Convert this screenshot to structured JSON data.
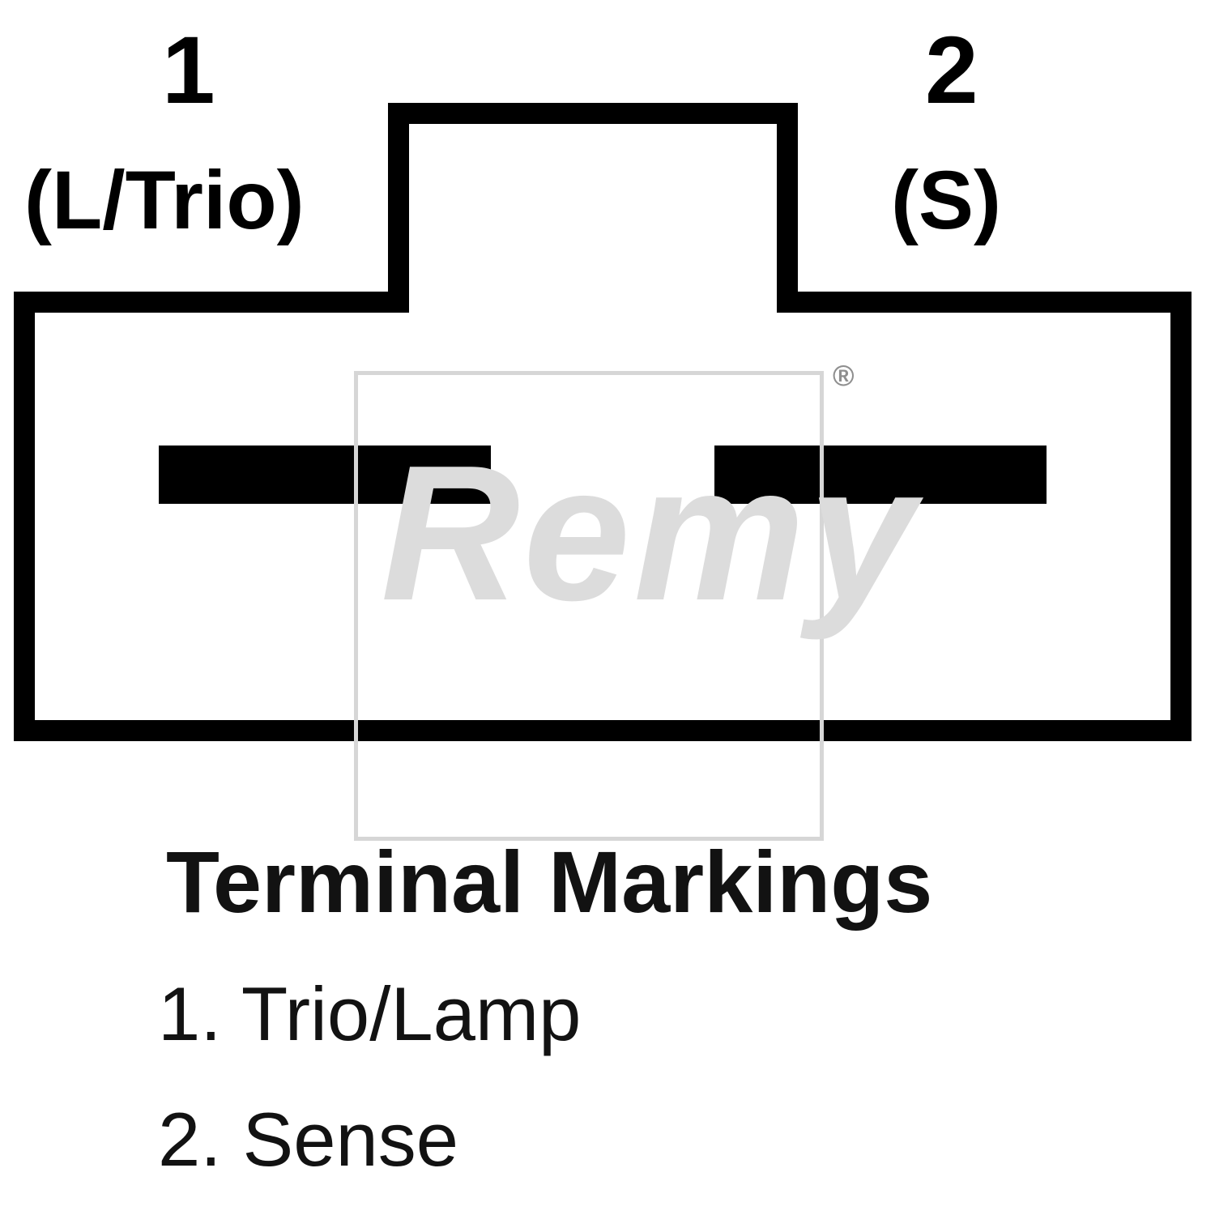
{
  "diagram": {
    "terminal1": {
      "number": "1",
      "label": "(L/Trio)"
    },
    "terminal2": {
      "number": "2",
      "label": "(S)"
    },
    "watermark": {
      "brand": "Remy",
      "registered": "®"
    },
    "title": "Terminal Markings",
    "legend": [
      {
        "text": "1. Trio/Lamp"
      },
      {
        "text": "2. Sense"
      }
    ]
  },
  "colors": {
    "outline": "#000000",
    "background": "#ffffff",
    "terminal_fill": "#000000",
    "watermark": "#dcdcdc"
  }
}
